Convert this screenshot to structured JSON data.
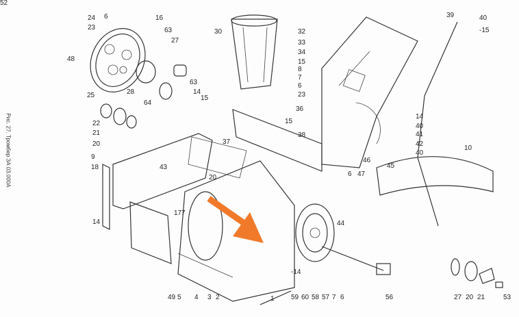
{
  "caption": "Рис. 27. Тромбер ЗА 03.000А",
  "arrow_color": "#f07a2a",
  "labels": [
    "24",
    "23",
    "6",
    "16",
    "63",
    "48",
    "27",
    "30",
    "32",
    "39",
    "40",
    "-15",
    "33",
    "34",
    "15",
    "8",
    "7",
    "6",
    "23",
    "25",
    "28",
    "64",
    "63",
    "14",
    "15",
    "22",
    "21",
    "20",
    "36",
    "14",
    "40",
    "41",
    "42",
    "40",
    "15",
    "38",
    "37",
    "10",
    "43",
    "20",
    "9",
    "18",
    "14",
    "17",
    "7",
    "6",
    "47",
    "46",
    "45",
    "44",
    "49",
    "5",
    "4",
    "3",
    "2",
    "1",
    "-14",
    "59",
    "60",
    "58",
    "57",
    "7",
    "6",
    "56",
    "27",
    "20",
    "21",
    "53",
    "52"
  ]
}
